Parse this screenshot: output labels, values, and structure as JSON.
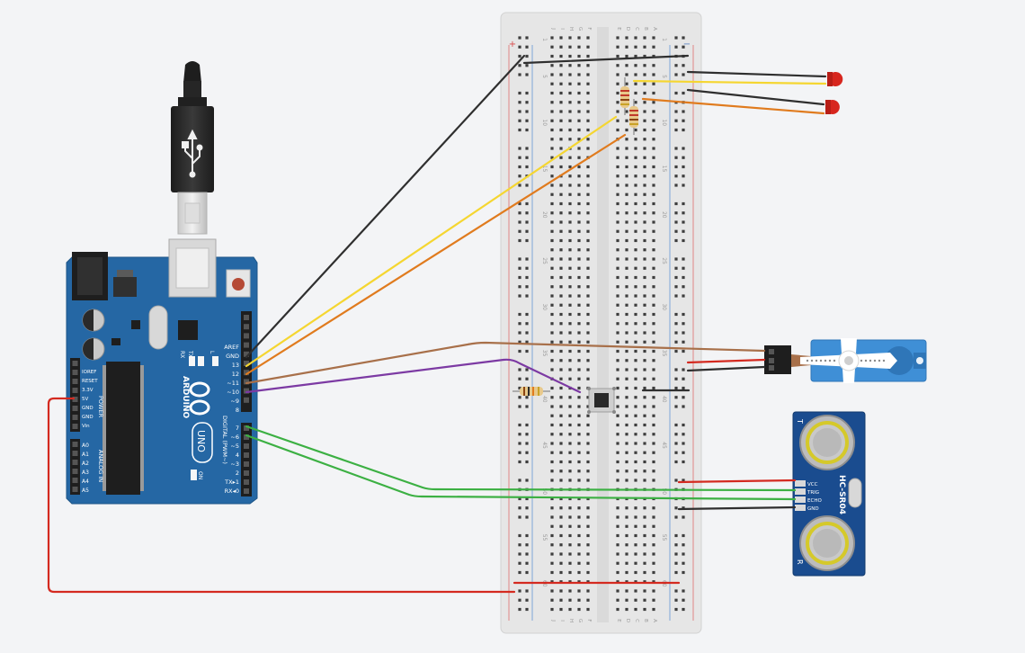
{
  "arduino": {
    "brand": "ARDUINO",
    "model": "UNO",
    "header_labels": [
      "AREF",
      "GND",
      "13",
      "12",
      "~11",
      "~10",
      "~9",
      "8"
    ],
    "digital_labels": [
      "7",
      "~6",
      "~5",
      "4",
      "~3",
      "2",
      "TX▸1",
      "RX◂0"
    ],
    "digital_title": "DIGITAL (PWM~)",
    "power_labels": [
      "IOREF",
      "RESET",
      "3.3V",
      "5V",
      "GND",
      "GND",
      "Vin"
    ],
    "power_title": "POWER",
    "analog_labels": [
      "A0",
      "A1",
      "A2",
      "A3",
      "A4",
      "A5"
    ],
    "analog_title": "ANALOG IN",
    "led_labels": [
      "TX",
      "RX",
      "L"
    ],
    "on_label": "ON"
  },
  "breadboard": {
    "row_numbers": [
      "1",
      "5",
      "10",
      "15",
      "20",
      "25",
      "30",
      "35",
      "40",
      "45",
      "50",
      "55",
      "60"
    ],
    "column_letters_left": [
      "J",
      "I",
      "H",
      "G",
      "F"
    ],
    "column_letters_right": [
      "E",
      "D",
      "C",
      "B",
      "A"
    ],
    "rail_plus": "+",
    "rail_minus": "−"
  },
  "sensor": {
    "name": "HC-SR04",
    "pins": [
      "VCC",
      "TRIG",
      "ECHO",
      "GND"
    ],
    "marks": [
      "T",
      "R"
    ]
  },
  "colors": {
    "wire_black": "#2f2f2f",
    "wire_yellow": "#f5d631",
    "wire_orange": "#e07b1e",
    "wire_brown": "#a8704a",
    "wire_purple": "#7c3aa3",
    "wire_green": "#3cb043",
    "wire_red": "#d42a20",
    "arduino_blue": "#2567a4",
    "servo_blue": "#3f8fd6",
    "sensor_blue": "#1a4c8f",
    "led_red": "#d7261e"
  }
}
